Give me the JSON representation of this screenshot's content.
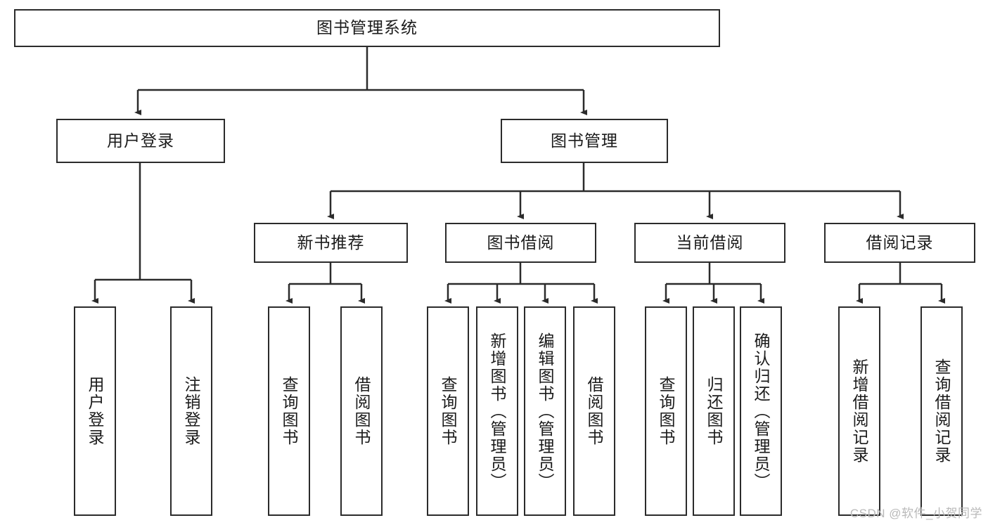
{
  "diagram": {
    "type": "tree",
    "title": "图书管理系统",
    "root": {
      "label": "图书管理系统"
    },
    "level2": [
      {
        "label": "用户登录"
      },
      {
        "label": "图书管理"
      }
    ],
    "level3": [
      {
        "label": "新书推荐"
      },
      {
        "label": "图书借阅"
      },
      {
        "label": "当前借阅"
      },
      {
        "label": "借阅记录"
      }
    ],
    "leaves": {
      "user_login": [
        {
          "label": "用户登录"
        },
        {
          "label": "注销登录"
        }
      ],
      "new_book_recommend": [
        {
          "label": "查询图书"
        },
        {
          "label": "借阅图书"
        }
      ],
      "book_borrow": [
        {
          "label": "查询图书"
        },
        {
          "label": "新增图书（管理员）"
        },
        {
          "label": "编辑图书（管理员）"
        },
        {
          "label": "借阅图书"
        }
      ],
      "current_borrow": [
        {
          "label": "查询图书"
        },
        {
          "label": "归还图书"
        },
        {
          "label": "确认归还（管理员）"
        }
      ],
      "borrow_record": [
        {
          "label": "新增借阅记录"
        },
        {
          "label": "查询借阅记录"
        }
      ]
    }
  },
  "watermark": {
    "text": "CSDN @软件_小贺同学"
  },
  "colors": {
    "stroke": "#2b2b2b",
    "fill": "#ffffff",
    "text": "#1b1b1b",
    "watermark": "#b9b9b9"
  }
}
